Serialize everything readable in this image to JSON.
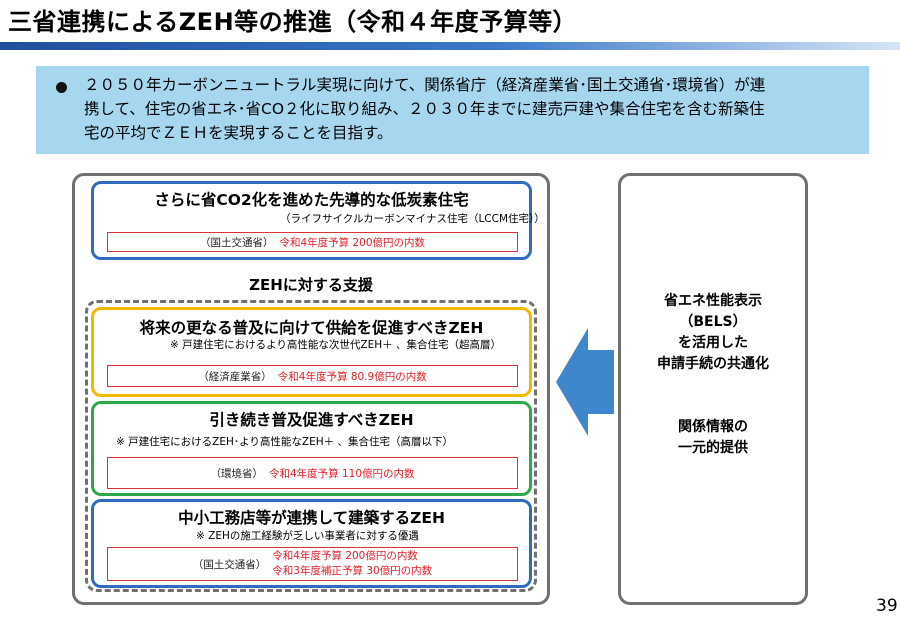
{
  "header": {
    "title": "三省連携によるZEH等の推進（令和４年度予算等）"
  },
  "banner": {
    "lines": [
      "２０５０年カーボンニュートラル実現に向けて、関係省庁（経済産業省･国土交通省･環境省）が連",
      "携して、住宅の省エネ･省CO２化に取り組み、２０３０年までに建売戸建や集合住宅を含む新築住",
      "宅の平均でＺＥＨを実現することを目指す。"
    ]
  },
  "lccm": {
    "heading": "さらに省CO2化を進めた先導的な低炭素住宅",
    "note": "（ライフサイクルカーボンマイナス住宅（LCCM住宅））",
    "ministry": "（国土交通省）",
    "budget": "令和4年度予算 200億円の内数"
  },
  "zeh_support_label": "ZEHに対する支援",
  "meti": {
    "heading": "将来の更なる普及に向けて供給を促進すべきZEH",
    "note": "※ 戸建住宅におけるより高性能な次世代ZEH＋ 、集合住宅（超高層）",
    "ministry": "（経済産業省）",
    "budget": "令和4年度予算 80.9億円の内数"
  },
  "env": {
    "heading": "引き続き普及促進すべきZEH",
    "note": "※ 戸建住宅におけるZEH･より高性能なZEH＋ 、集合住宅（高層以下）",
    "ministry": "（環境省）",
    "budget": "令和4年度予算 110億円の内数"
  },
  "mlit": {
    "heading": "中小工務店等が連携して建築するZEH",
    "note": "※ ZEHの施工経験が乏しい事業者に対する優遇",
    "ministry": "（国土交通省）",
    "budget_1": "令和4年度予算 200億円の内数",
    "budget_2": "令和3年度補正予算 30億円の内数"
  },
  "right_panel": {
    "block1": [
      "省エネ性能表示",
      "（BELS）",
      "を活用した",
      "申請手続の共通化"
    ],
    "block2": [
      "関係情報の",
      "一元的提供"
    ]
  },
  "page_number": "39",
  "colors": {
    "title_bar": "#1f4f9a",
    "banner_bg": "#a7d6ef",
    "lccm_border": "#2e6bc0",
    "meti_border": "#f5b800",
    "env_border": "#2aa84a",
    "mlit_border": "#2e6bc0",
    "budget_red": "#e0202a",
    "arrow": "#3f87cc"
  }
}
